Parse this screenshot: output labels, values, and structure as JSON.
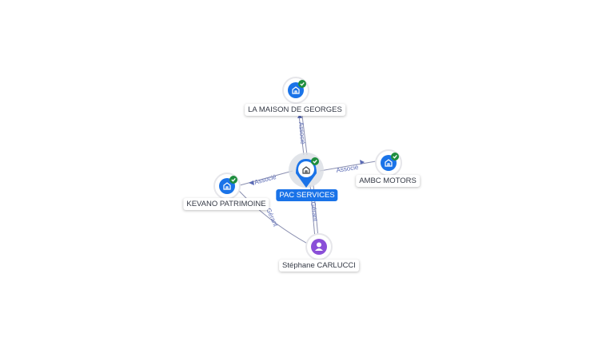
{
  "nodes": {
    "center": {
      "label": "PAC SERVICES",
      "icon": "company-icon",
      "verified": true,
      "color": "#1a73e8"
    },
    "maison": {
      "label": "LA MAISON DE GEORGES",
      "icon": "company-icon",
      "verified": true
    },
    "ambc": {
      "label": "AMBC MOTORS",
      "icon": "company-icon",
      "verified": true
    },
    "kevano": {
      "label": "KEVANO PATRIMOINE",
      "icon": "company-icon",
      "verified": true
    },
    "stephane": {
      "label": "Stéphane CARLUCCI",
      "icon": "person-icon",
      "verified": false,
      "color": "#8a4fd8"
    }
  },
  "edges": {
    "maison": "Associé",
    "ambc": "Associé",
    "kevano": "Associé",
    "stephane_center": "Gérant",
    "stephane_kevano": "Gérant"
  },
  "colors": {
    "company": "#1a73e8",
    "verified": "#1e8e3e",
    "edge": "#8a8fb0",
    "edge_label": "#5b6bb5"
  }
}
